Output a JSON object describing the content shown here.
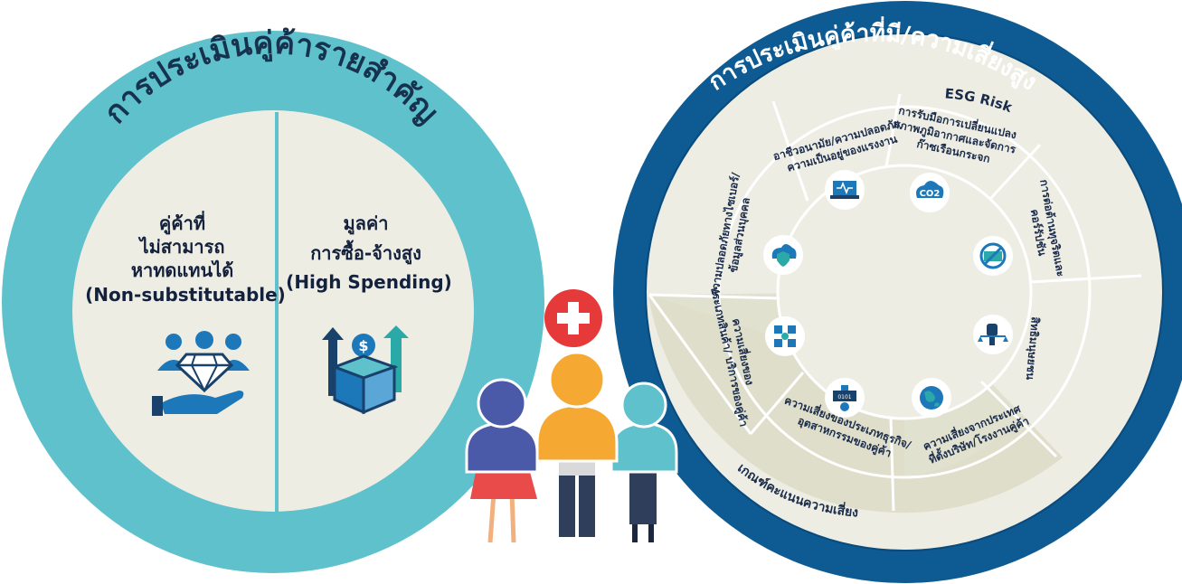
{
  "left": {
    "title": "การประเมินคู่ค้ารายสำคัญ",
    "col1_lines": [
      "คู่ค้าที่",
      "ไม่สามารถ",
      "หาทดแทนได้",
      "(Non-substitutable)"
    ],
    "col2_lines": [
      "มูลค่า",
      "การซื้อ-จ้างสูง",
      "(High Spending)"
    ],
    "col1_icon": "hand-diamond-people-icon",
    "col2_icon": "money-box-arrows-icon"
  },
  "right": {
    "title": "การประเมินคู่ค้าที่มี/ความเสี่ยงสูง",
    "esg_label": "ESG Risk",
    "risk_score_label": "เกณฑ์คะแนนความเสี่ยง",
    "sections": {
      "labor": [
        "อาชีวอนามัย/ความปลอดภัย",
        "ความเป็นอยู่ของแรงงาน"
      ],
      "climate": [
        "การรับมือการเปลี่ยนแปลง",
        "สภาพภูมิอากาศและจัดการ",
        "ก๊าซเรือนกระจก"
      ],
      "anticorruption": [
        "การต่อต้านทุจริตและ",
        "คอร์รัปชัน"
      ],
      "human_rights": [
        "สิทธิมนุษยชน"
      ],
      "country": [
        "ความเสี่ยงจากประเทศ",
        "ที่ตั้งบริษัท/โรงงานคู่ค้า"
      ],
      "industry": [
        "ความเสี่ยงของประเภทธุรกิจ/",
        "อุตสาหกรรมของคู่ค้า"
      ],
      "goods": [
        "ความเสี่ยงของ",
        "ประเภทสินค้า/ บริการของคู่ค้า"
      ],
      "cyber": [
        "ความปลอดภัยทางไซเบอร์/",
        "ข้อมูลส่วนบุคคล"
      ]
    },
    "icons": [
      "cloud-shield-icon",
      "laptop-health-icon",
      "co2-icon",
      "no-bribe-icon",
      "fist-scale-icon",
      "globe-icon",
      "factory-gear-icon",
      "org-chart-icon"
    ]
  },
  "center": {
    "plus_icon": "plus-icon",
    "people_icon": "people-group-icon"
  },
  "colors": {
    "teal": "#5ec1cb",
    "beige": "#eeede4",
    "olive": "#dedecb",
    "navy": "#0d5b92",
    "navy_dark": "#0a4a7c",
    "red": "#e63a3a",
    "icon_blue": "#1c78b9",
    "icon_dark": "#18416b"
  }
}
